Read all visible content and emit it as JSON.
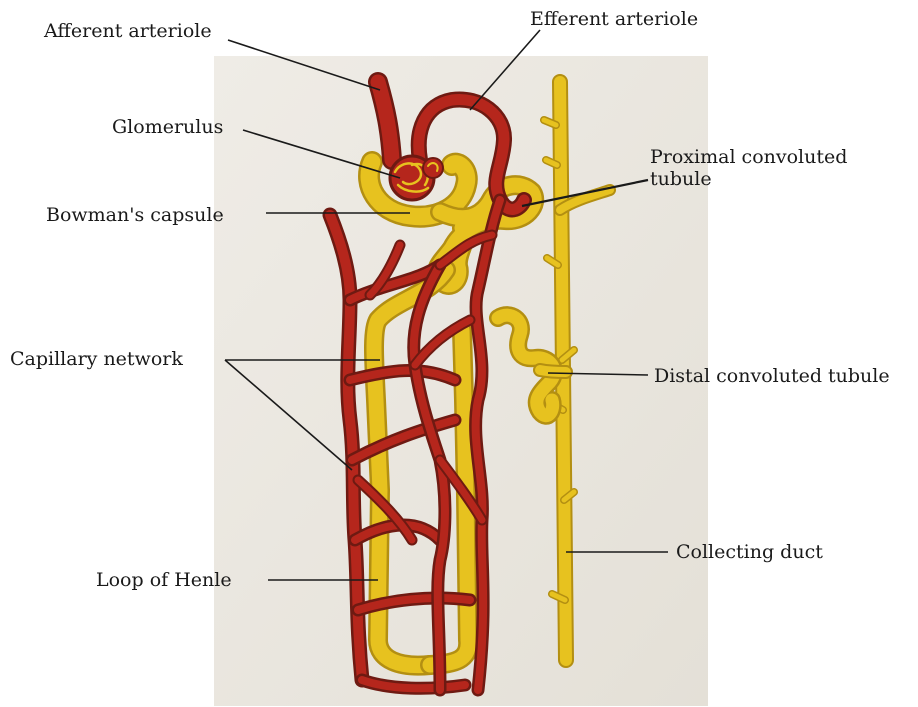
{
  "diagram": {
    "labels": {
      "afferent_arteriole": "Afferent arteriole",
      "efferent_arteriole": "Efferent arteriole",
      "glomerulus": "Glomerulus",
      "proximal_line1": "Proximal convoluted",
      "proximal_line2": "tubule",
      "bowmans_capsule": "Bowman's capsule",
      "capillary_network": "Capillary network",
      "distal_convoluted_tubule": "Distal convoluted tubule",
      "collecting_duct": "Collecting duct",
      "loop_of_henle": "Loop of Henle"
    },
    "colors": {
      "paper": "#ece8e0",
      "blood_vessel": "#b5261c",
      "vessel_outline": "#6e1a12",
      "tubule": "#e7c21f",
      "tubule_outline": "#b38f12",
      "leader_line": "#1a1a1a",
      "text": "#1a1a1a"
    }
  }
}
